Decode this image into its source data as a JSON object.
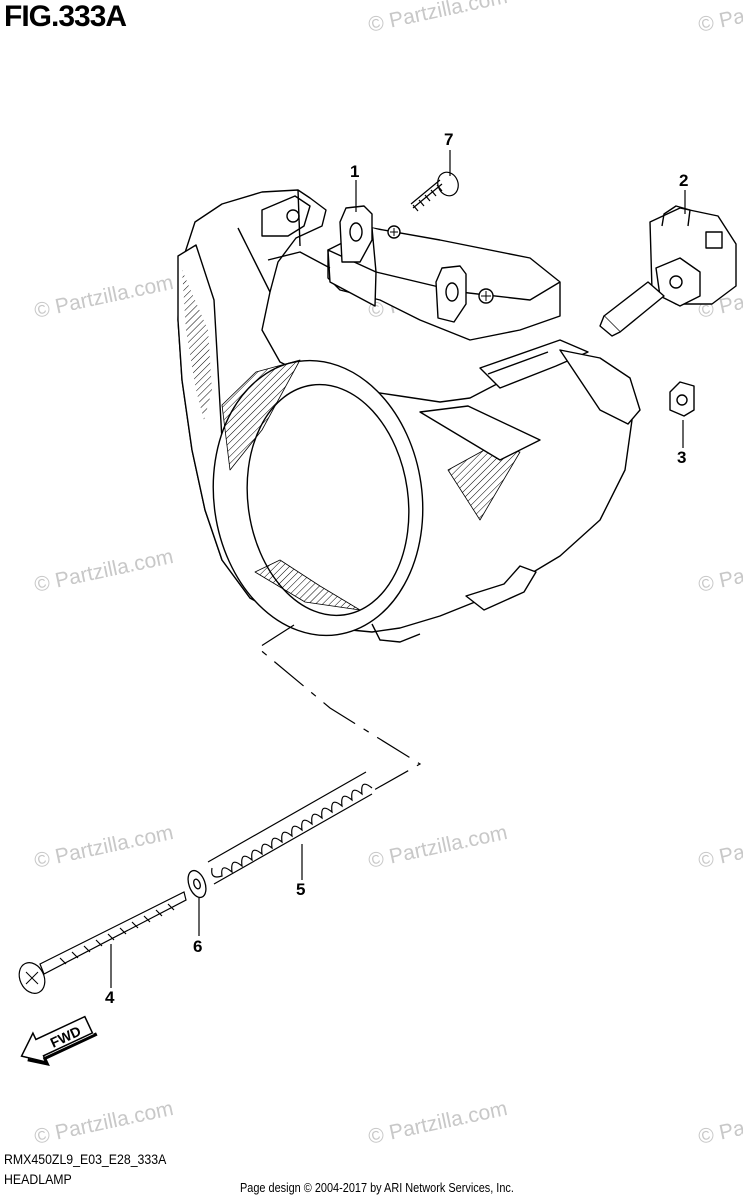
{
  "figure": {
    "title": "FIG.333A",
    "code": "RMX450ZL9_E03_E28_333A",
    "caption": "HEADLAMP"
  },
  "callouts": [
    {
      "id": "1",
      "label": "1"
    },
    {
      "id": "2",
      "label": "2"
    },
    {
      "id": "3",
      "label": "3"
    },
    {
      "id": "4",
      "label": "4"
    },
    {
      "id": "5",
      "label": "5"
    },
    {
      "id": "6",
      "label": "6"
    },
    {
      "id": "7",
      "label": "7"
    }
  ],
  "direction_marker": "FWD",
  "watermark": "© Partzilla.com",
  "footer": {
    "credit": "Page design © 2004-2017 by ARI Network Services, Inc."
  },
  "colors": {
    "line": "#000000",
    "watermark": "#c8c8c8",
    "background": "#ffffff"
  }
}
